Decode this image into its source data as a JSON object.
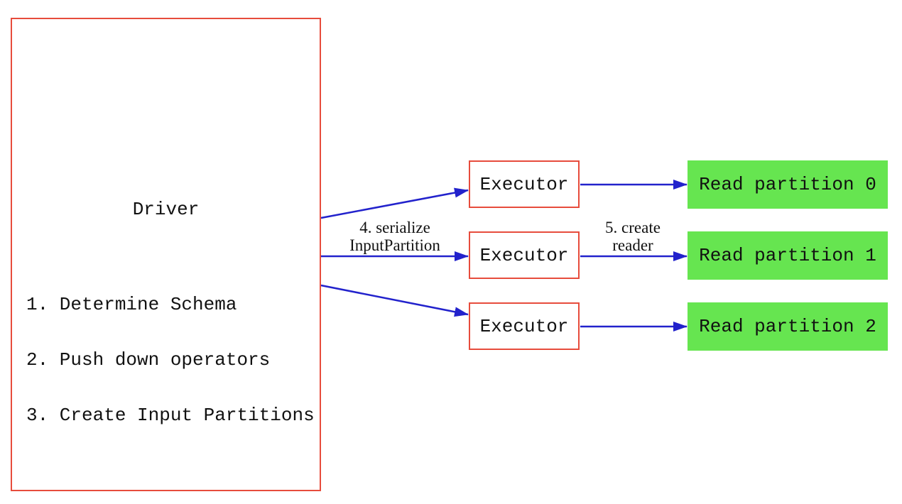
{
  "diagram": {
    "driver": {
      "title": "Driver",
      "steps": [
        "1. Determine Schema",
        "2. Push down operators",
        "3. Create Input Partitions"
      ]
    },
    "executors": [
      {
        "label": "Executor"
      },
      {
        "label": "Executor"
      },
      {
        "label": "Executor"
      }
    ],
    "partitions": [
      {
        "label": "Read partition 0"
      },
      {
        "label": "Read partition 1"
      },
      {
        "label": "Read partition 2"
      }
    ],
    "edge_labels": {
      "serialize": {
        "line1": "4. serialize",
        "line2": "InputPartition"
      },
      "create_reader": {
        "line1": "5. create",
        "line2": "reader"
      }
    },
    "colors": {
      "box_border": "#e74c3c",
      "arrow": "#2222cc",
      "partition_fill": "#66e550",
      "text": "#111111"
    }
  }
}
